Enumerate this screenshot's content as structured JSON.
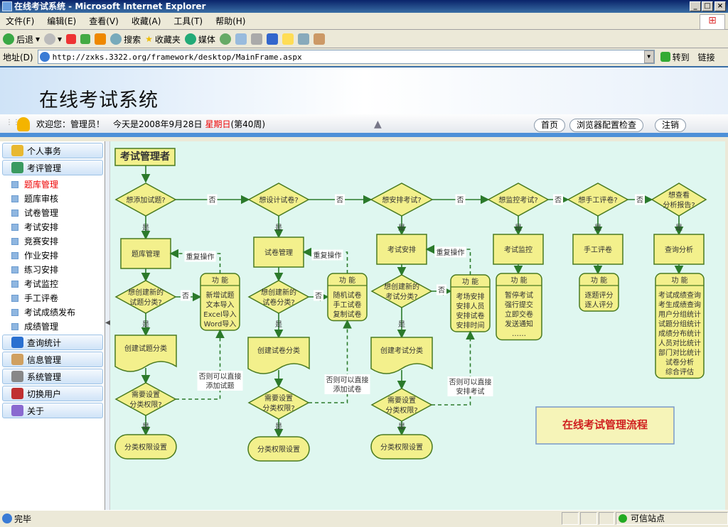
{
  "window": {
    "title": "在线考试系统 - Microsoft Internet Explorer",
    "min": "_",
    "max": "□",
    "close": "×"
  },
  "menu": [
    "文件(F)",
    "编辑(E)",
    "查看(V)",
    "收藏(A)",
    "工具(T)",
    "帮助(H)"
  ],
  "toolbar": {
    "back": "后退",
    "search": "搜索",
    "favorites": "收藏夹",
    "media": "媒体"
  },
  "address": {
    "label": "地址(D)",
    "url": "http://zxks.3322.org/framework/desktop/MainFrame.aspx",
    "go": "转到",
    "links": "链接"
  },
  "banner": {
    "title": "在线考试系统"
  },
  "welcome": {
    "greeting": "欢迎您：管理员！",
    "date": "今天是2008年9月28日",
    "weekday": "星期日",
    "week": "(第40周)"
  },
  "header_buttons": [
    "首页",
    "浏览器配置检查",
    "注销"
  ],
  "sidebar": {
    "top": [
      {
        "label": "个人事务",
        "color": "#e8b830"
      },
      {
        "label": "考评管理",
        "color": "#3a9a60"
      }
    ],
    "items": [
      "题库管理",
      "题库审核",
      "试卷管理",
      "考试安排",
      "竞赛安排",
      "作业安排",
      "练习安排",
      "考试监控",
      "手工评卷",
      "考试成绩发布",
      "成绩管理"
    ],
    "active": 0,
    "bottom": [
      {
        "label": "查询统计",
        "color": "#2a70d0"
      },
      {
        "label": "信息管理",
        "color": "#d0a060"
      },
      {
        "label": "系统管理",
        "color": "#888"
      },
      {
        "label": "切换用户",
        "color": "#c03030"
      },
      {
        "label": "关于",
        "color": "#8a6ad0"
      }
    ]
  },
  "flow": {
    "start": "考试管理者",
    "yes": "是",
    "no": "否",
    "repeat": "重复操作",
    "func_header": "功    能",
    "title": "在线考试管理流程",
    "questions": [
      "想添加试题?",
      "想设计试卷?",
      "想安排考试?",
      "想监控考试?",
      "想手工评卷?",
      "想查看|分析报告?"
    ],
    "processes": [
      "题库管理",
      "试卷管理",
      "考试安排",
      "考试监控",
      "手工评卷",
      "查询分析"
    ],
    "create_q": [
      "想创建新的|试题分类?",
      "想创建新的|试卷分类?",
      "想创建新的|考试分类?"
    ],
    "create_doc": [
      "创建试题分类",
      "创建试卷分类",
      "创建考试分类"
    ],
    "perm_q": "需要设置|分类权限?",
    "perm_end": "分类权限设置",
    "direct": [
      "否则可以直接|添加试题",
      "否则可以直接|添加试卷",
      "否则可以直接|安排考试"
    ],
    "functions": [
      [
        "新增试题",
        "文本导入",
        "Excel导入",
        "Word导入"
      ],
      [
        "随机试卷",
        "手工试卷",
        "复制试卷"
      ],
      [
        "考场安排",
        "安排人员",
        "安排试卷",
        "安排时间"
      ],
      [
        "暂停考试",
        "强行提交",
        "立即交卷",
        "发送通知",
        "……"
      ],
      [
        "逐题评分",
        "逐人评分"
      ],
      [
        "考试成绩查询",
        "考生成绩查询",
        "用户分组统计",
        "试题分组统计",
        "成绩分布统计",
        "人员对比统计",
        "部门对比统计",
        "试卷分析",
        "综合评估"
      ]
    ]
  },
  "status": {
    "text": "完毕",
    "zone": "可信站点"
  }
}
